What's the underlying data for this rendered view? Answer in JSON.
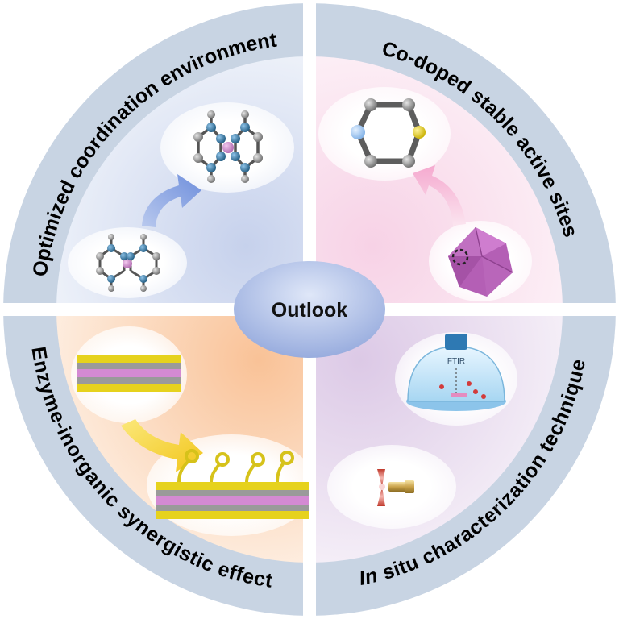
{
  "center": {
    "label": "Outlook"
  },
  "quadrants": [
    {
      "id": "top-left",
      "title": "Optimized coordination environment"
    },
    {
      "id": "top-right",
      "title": "Co-doped stable active sites"
    },
    {
      "id": "bottom-left",
      "title": "Enzyme-inorganic synergistic effect"
    },
    {
      "id": "bottom-right",
      "title_italic": "In",
      "title_rest": " situ characterization technique",
      "ftir_label": "FTIR"
    }
  ],
  "colors": {
    "ring": "#c8d4e3",
    "top_left": "#dde5f3",
    "top_right": "#fbe6f1",
    "bottom_left": "#fbd8bc",
    "bottom_right": "#ece1ef",
    "center": "#a9b9e3",
    "divider": "#ffffff",
    "blue_atom": "#2f6e96",
    "grey_atom": "#8a8a8a",
    "metal_atom": "#c889c7",
    "sulfur_atom": "#e6d41a",
    "nitrogen_light": "#9ec4ef"
  }
}
